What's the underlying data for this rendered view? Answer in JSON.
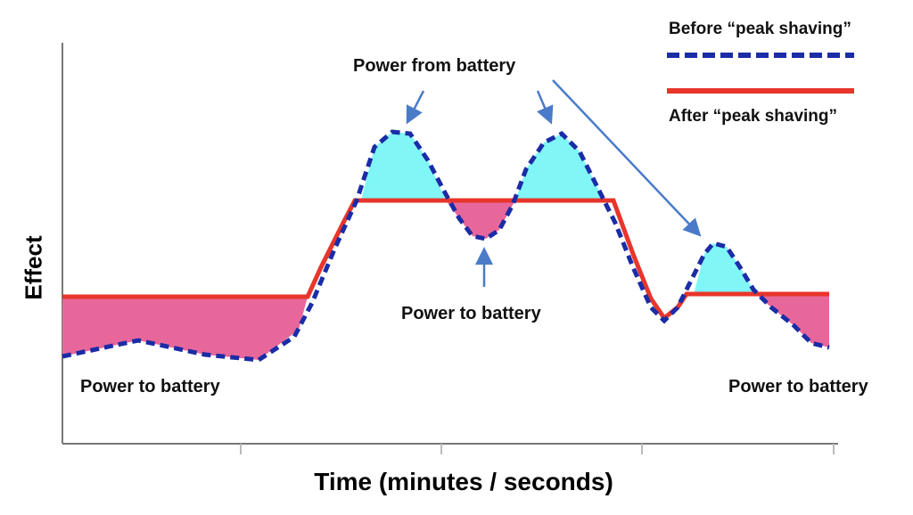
{
  "axes": {
    "y_label": "Effect",
    "x_label": "Time (minutes / seconds)"
  },
  "legend": {
    "before": "Before “peak shaving”",
    "after": "After “peak shaving”"
  },
  "annotations": {
    "power_from_battery": "Power from battery",
    "power_to_battery_center": "Power to battery",
    "power_to_battery_left": "Power to battery",
    "power_to_battery_right": "Power to battery"
  },
  "colors": {
    "before": "#1a2ca6",
    "after": "#e8352b",
    "from_battery": "#80f6f6",
    "to_battery": "#e8679b",
    "arrow": "#4a7bc9"
  }
}
